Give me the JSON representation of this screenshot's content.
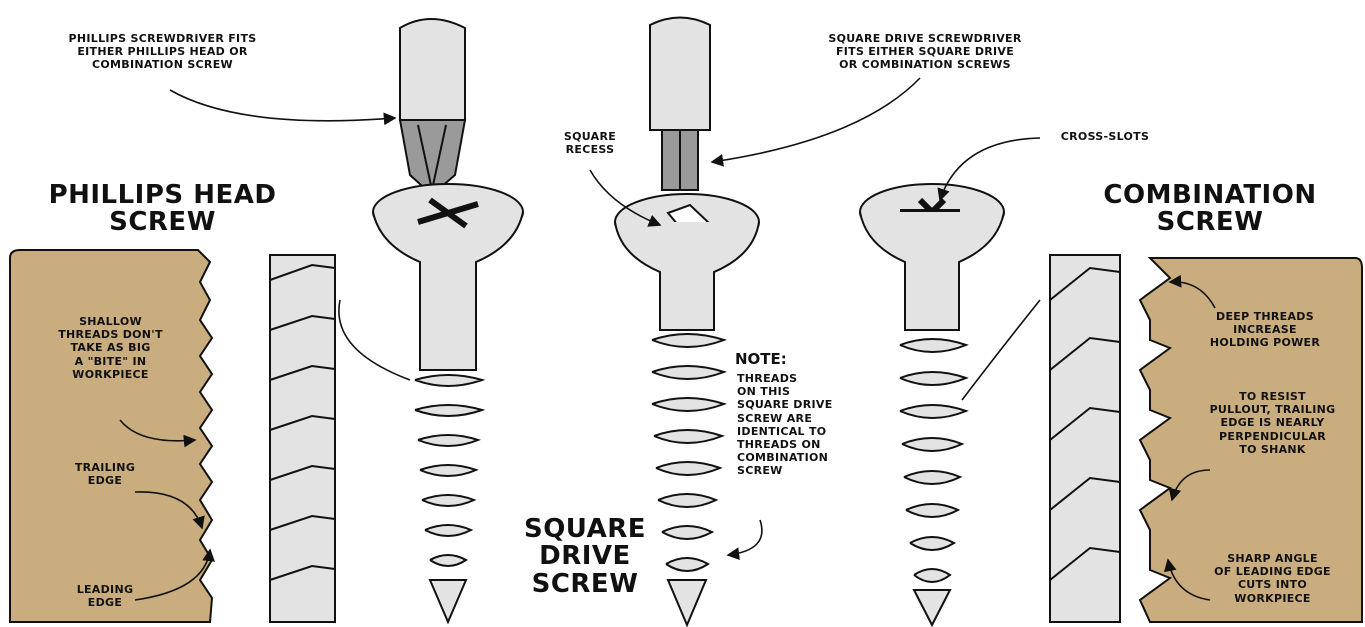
{
  "titles": {
    "phillips": "PHILLIPS HEAD\nSCREW",
    "square": "SQUARE\nDRIVE\nSCREW",
    "combination": "COMBINATION\nSCREW"
  },
  "callouts": {
    "phillips_driver": "PHILLIPS SCREWDRIVER FITS\nEITHER PHILLIPS HEAD OR\nCOMBINATION SCREW",
    "square_driver": "SQUARE DRIVE SCREWDRIVER\nFITS EITHER SQUARE DRIVE\nOR COMBINATION SCREWS",
    "square_recess": "SQUARE\nRECESS",
    "cross_slots": "CROSS-SLOTS",
    "shallow_threads": "SHALLOW\nTHREADS DON'T\nTAKE AS BIG\nA \"BITE\" IN\nWORKPIECE",
    "trailing_edge_left": "TRAILING\nEDGE",
    "leading_edge_left": "LEADING\nEDGE",
    "note_heading": "NOTE:",
    "note_body": "THREADS\nON THIS\nSQUARE DRIVE\nSCREW ARE\nIDENTICAL TO\nTHREADS ON\nCOMBINATION\nSCREW",
    "deep_threads": "DEEP THREADS\nINCREASE\nHOLDING POWER",
    "resist_pullout": "TO RESIST\nPULLOUT, TRAILING\nEDGE IS NEARLY\nPERPENDICULAR\nTO SHANK",
    "sharp_angle": "SHARP ANGLE\nOF LEADING EDGE\nCUTS INTO\nWORKPIECE"
  },
  "colors": {
    "wood": "#c9ad7f",
    "steel": "#e3e3e3",
    "steel_dark": "#9a9a9a",
    "ink": "#111111"
  }
}
